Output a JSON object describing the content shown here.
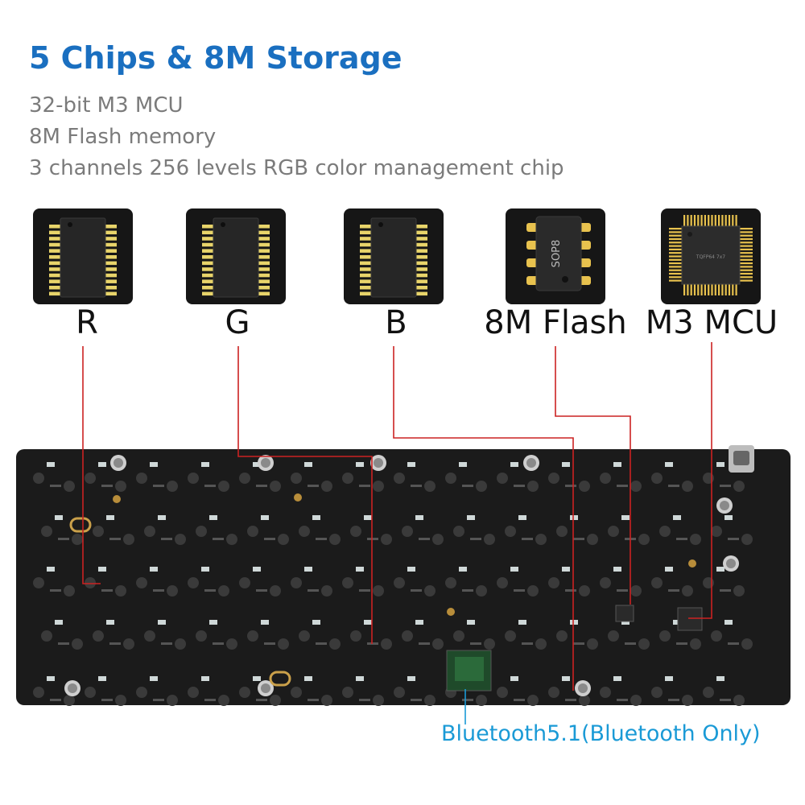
{
  "title": "5 Chips & 8M Storage",
  "features": [
    "32-bit M3 MCU",
    "8M Flash memory",
    "3 channels 256 levels RGB color management chip"
  ],
  "chips": [
    {
      "label": "R",
      "package": "",
      "icon": "ic-chip-icon"
    },
    {
      "label": "G",
      "package": "",
      "icon": "ic-chip-icon"
    },
    {
      "label": "B",
      "package": "",
      "icon": "ic-chip-icon"
    },
    {
      "label": "8M Flash",
      "package": "SOP8",
      "icon": "flash-chip-icon"
    },
    {
      "label": "M3 MCU",
      "package": "TQFP64 7x7",
      "icon": "mcu-chip-icon"
    }
  ],
  "bluetooth_label": "Bluetooth5.1(Bluetooth Only)",
  "colors": {
    "title": "#1a6fc0",
    "features": "#7b7b7b",
    "leader_lines": "#cc2222",
    "bluetooth": "#1a9ad6",
    "pcb": "#1b1b1b"
  }
}
